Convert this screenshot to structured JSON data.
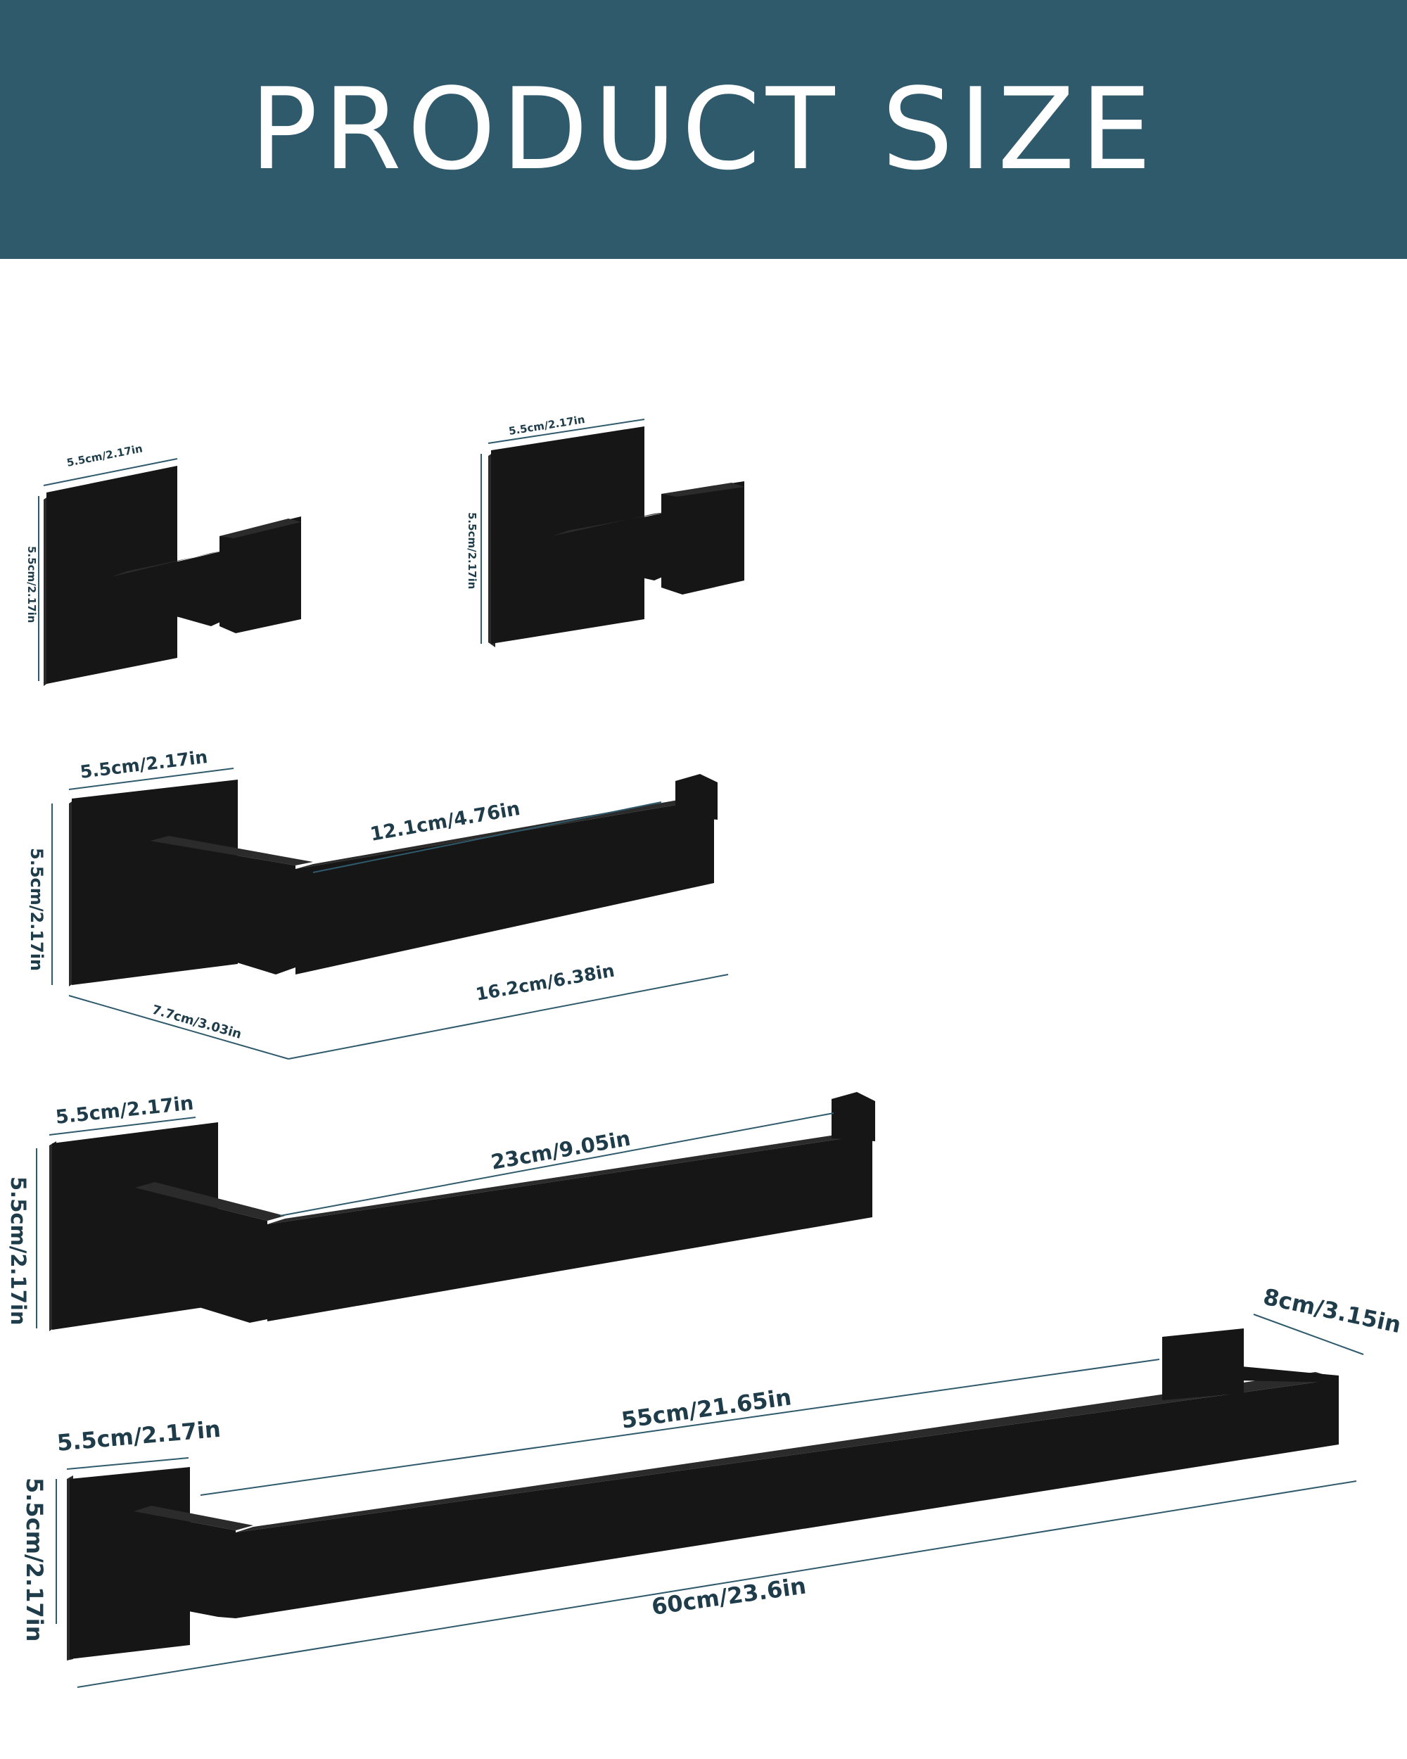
{
  "banner": {
    "title": "PRODUCT SIZE",
    "background": "#2f5a6c",
    "text_color": "#ffffff"
  },
  "colors": {
    "product": "#161616",
    "product_highlight": "#2b2b2b",
    "dimension_line": "#2f5a6c",
    "dimension_text": "#1f3c4a"
  },
  "hook_left": {
    "width_label": "5.5cm/2.17in",
    "height_label": "5.5cm/2.17in"
  },
  "hook_right": {
    "width_label": "5.5cm/2.17in",
    "height_label": "5.5cm/2.17in"
  },
  "paper_holder": {
    "base_width_label": "5.5cm/2.17in",
    "base_height_label": "5.5cm/2.17in",
    "arm_length_label": "12.1cm/4.76in",
    "depth_label": "7.7cm/3.03in",
    "total_length_label": "16.2cm/6.38in"
  },
  "hand_towel_bar": {
    "base_width_label": "5.5cm/2.17in",
    "base_height_label": "5.5cm/2.17in",
    "arm_length_label": "23cm/9.05in"
  },
  "towel_bar": {
    "base_width_label": "5.5cm/2.17in",
    "base_height_label": "5.5cm/2.17in",
    "inner_length_label": "55cm/21.65in",
    "depth_label": "8cm/3.15in",
    "total_length_label": "60cm/23.6in"
  }
}
